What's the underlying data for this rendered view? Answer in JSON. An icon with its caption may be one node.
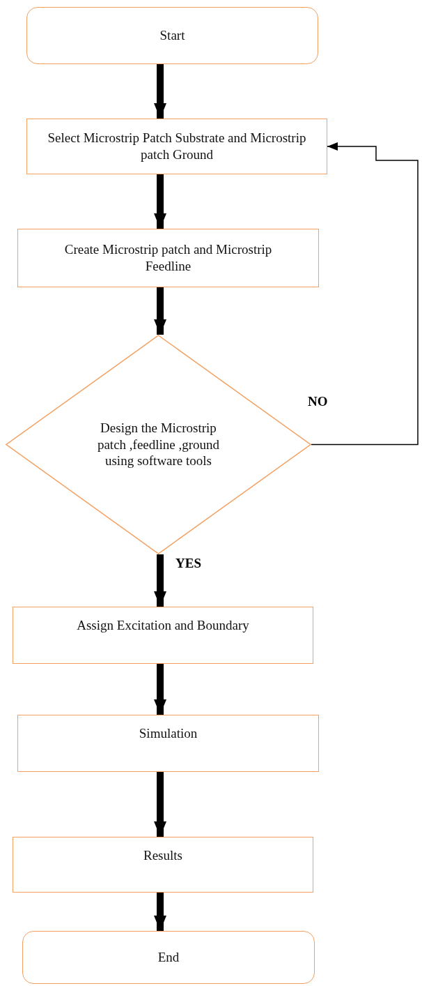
{
  "diagram": {
    "nodes": [
      {
        "text": [
          "Start"
        ]
      },
      {
        "text": [
          "Select Microstrip Patch Substrate and Microstrip patch Ground"
        ]
      },
      {
        "text": [
          "Create Microstrip patch and Microstrip Feedline"
        ]
      },
      {
        "text": [
          "Design the Microstrip patch ,feedline ,ground using software tools"
        ]
      },
      {
        "text": [
          "Assign Excitation and  Boundary"
        ]
      },
      {
        "text": [
          "Simulation"
        ]
      },
      {
        "text": [
          "Results"
        ]
      },
      {
        "text": [
          "End"
        ]
      }
    ],
    "edges": [
      {
        "from": 0,
        "to": 1,
        "arrow": "to"
      },
      {
        "from": 1,
        "to": 2,
        "arrow": "to"
      },
      {
        "from": 2,
        "to": 3,
        "arrow": "to"
      },
      {
        "from": 3,
        "to": 4,
        "arrow": "to",
        "label": "YES"
      },
      {
        "from": 4,
        "to": 5,
        "arrow": "to"
      },
      {
        "from": 5,
        "to": 6,
        "arrow": "to"
      },
      {
        "from": 6,
        "to": 7,
        "arrow": "to"
      },
      {
        "from": 3,
        "to": 1,
        "arrow": "to",
        "label": "NO"
      }
    ]
  }
}
